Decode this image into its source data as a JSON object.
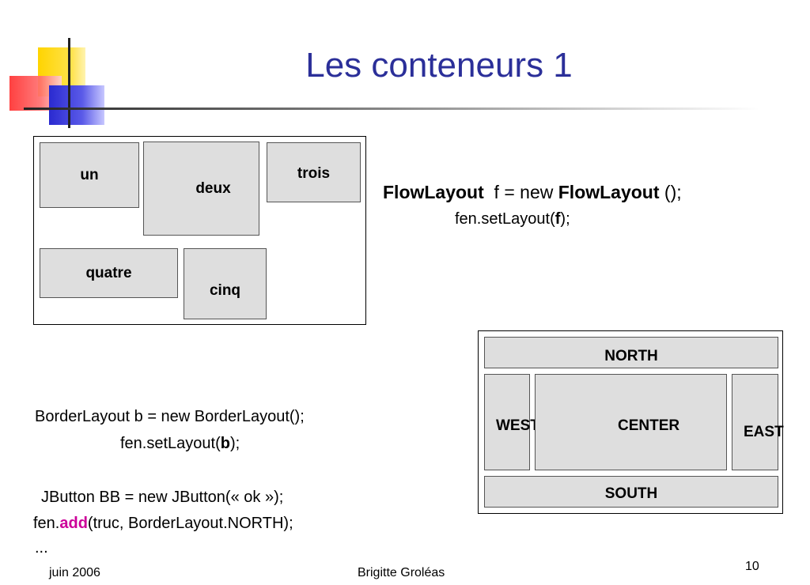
{
  "title": "Les conteneurs 1",
  "flow_example": {
    "buttons": [
      "un",
      "deux",
      "trois",
      "quatre",
      "cinq"
    ],
    "code_line1": {
      "kw1": "FlowLayout",
      "mid": "  f = new ",
      "kw2": "FlowLayout",
      "end": " ();"
    },
    "code_line2": {
      "pre": "fen.setLayout(",
      "bold": "f",
      "post": ");"
    }
  },
  "border_example": {
    "regions": {
      "north": "NORTH",
      "west": "WEST",
      "center": "CENTER",
      "east": "EAST",
      "south": "SOUTH"
    },
    "code_line1": "BorderLayout b = new BorderLayout();",
    "code_line2": {
      "pre": "fen.setLayout(",
      "bold": "b",
      "post": ");"
    },
    "code_line3": "JButton BB = new JButton(« ok »);",
    "code_line4": {
      "pre": "fen.",
      "highlight": "add",
      "post": "(truc, BorderLayout.NORTH);"
    },
    "code_line5": "..."
  },
  "footer": {
    "date": "juin 2006",
    "author": "Brigitte Groléas",
    "page": "10"
  },
  "colors": {
    "title": "#2b2f99",
    "highlight": "#cc0099",
    "button_bg": "#dedede"
  }
}
